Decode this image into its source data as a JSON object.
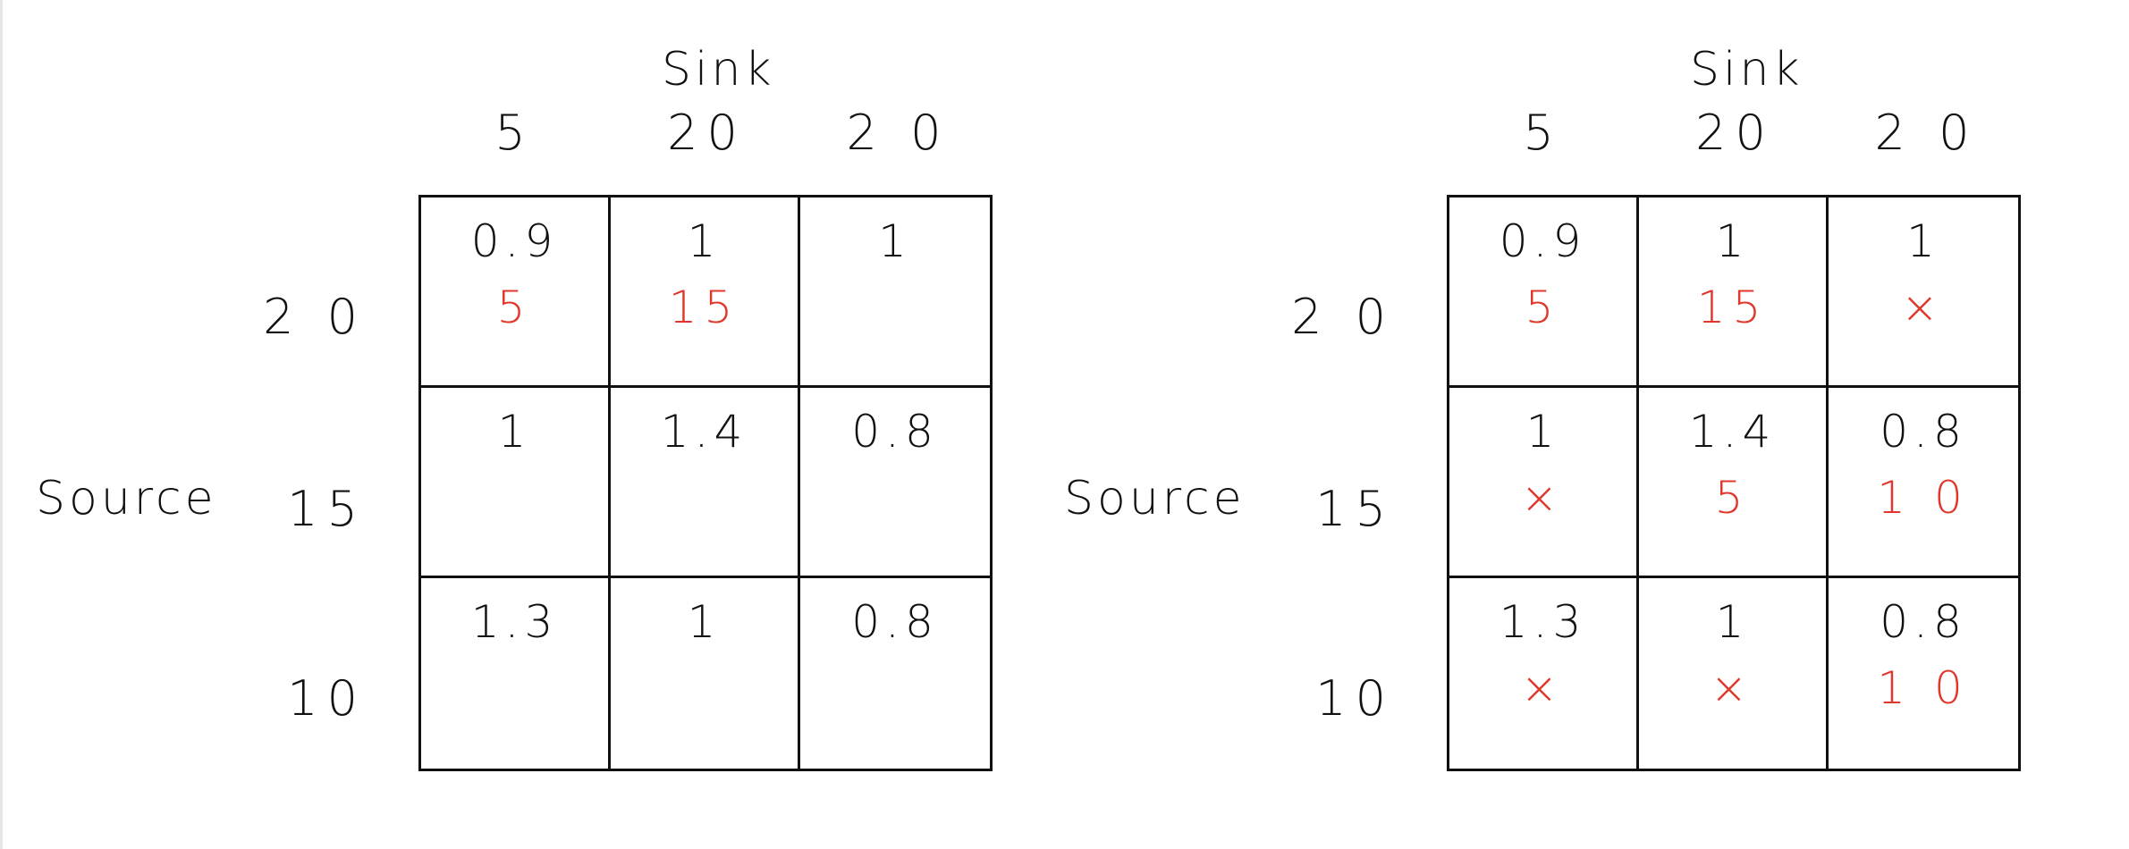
{
  "tables": [
    {
      "sink_label": "Sink",
      "source_label": "Source",
      "demands": [
        "5",
        "20",
        "2 0"
      ],
      "supplies": [
        "2 0",
        "15",
        "10"
      ],
      "cells": [
        [
          {
            "cost": "0.9",
            "alloc": "5"
          },
          {
            "cost": "1",
            "alloc": "15"
          },
          {
            "cost": "1",
            "alloc": ""
          }
        ],
        [
          {
            "cost": "1",
            "alloc": ""
          },
          {
            "cost": "1.4",
            "alloc": ""
          },
          {
            "cost": "0.8",
            "alloc": ""
          }
        ],
        [
          {
            "cost": "1.3",
            "alloc": ""
          },
          {
            "cost": "1",
            "alloc": ""
          },
          {
            "cost": "0.8",
            "alloc": ""
          }
        ]
      ]
    },
    {
      "sink_label": "Sink",
      "source_label": "Source",
      "demands": [
        "5",
        "20",
        "2 0"
      ],
      "supplies": [
        "2 0",
        "15",
        "10"
      ],
      "cells": [
        [
          {
            "cost": "0.9",
            "alloc": "5"
          },
          {
            "cost": "1",
            "alloc": "15"
          },
          {
            "cost": "1",
            "alloc": "×"
          }
        ],
        [
          {
            "cost": "1",
            "alloc": "×"
          },
          {
            "cost": "1.4",
            "alloc": "5"
          },
          {
            "cost": "0.8",
            "alloc": "1 0"
          }
        ],
        [
          {
            "cost": "1.3",
            "alloc": "×"
          },
          {
            "cost": "1",
            "alloc": "×"
          },
          {
            "cost": "0.8",
            "alloc": "1 0"
          }
        ]
      ]
    }
  ],
  "colors": {
    "ink": "#111111",
    "allocation": "#e0372c"
  }
}
